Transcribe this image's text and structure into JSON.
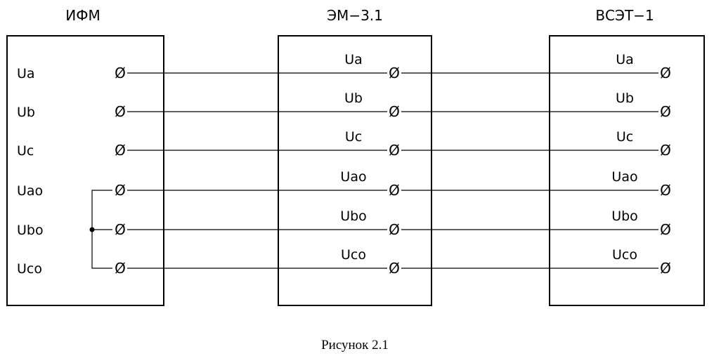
{
  "blocks": {
    "ifm": {
      "title": "ИФМ",
      "labels": [
        "Ua",
        "Ub",
        "Uc",
        "Uao",
        "Ubo",
        "Uco"
      ]
    },
    "em31": {
      "title": "ЭМ−3.1",
      "labels": [
        "Ua",
        "Ub",
        "Uc",
        "Uao",
        "Ubo",
        "Uco"
      ]
    },
    "vset1": {
      "title": "ВСЭТ−1",
      "labels": [
        "Ua",
        "Ub",
        "Uc",
        "Uao",
        "Ubo",
        "Uco"
      ]
    }
  },
  "terminal_symbol": "Ø",
  "caption": "Рисунок 2.1"
}
